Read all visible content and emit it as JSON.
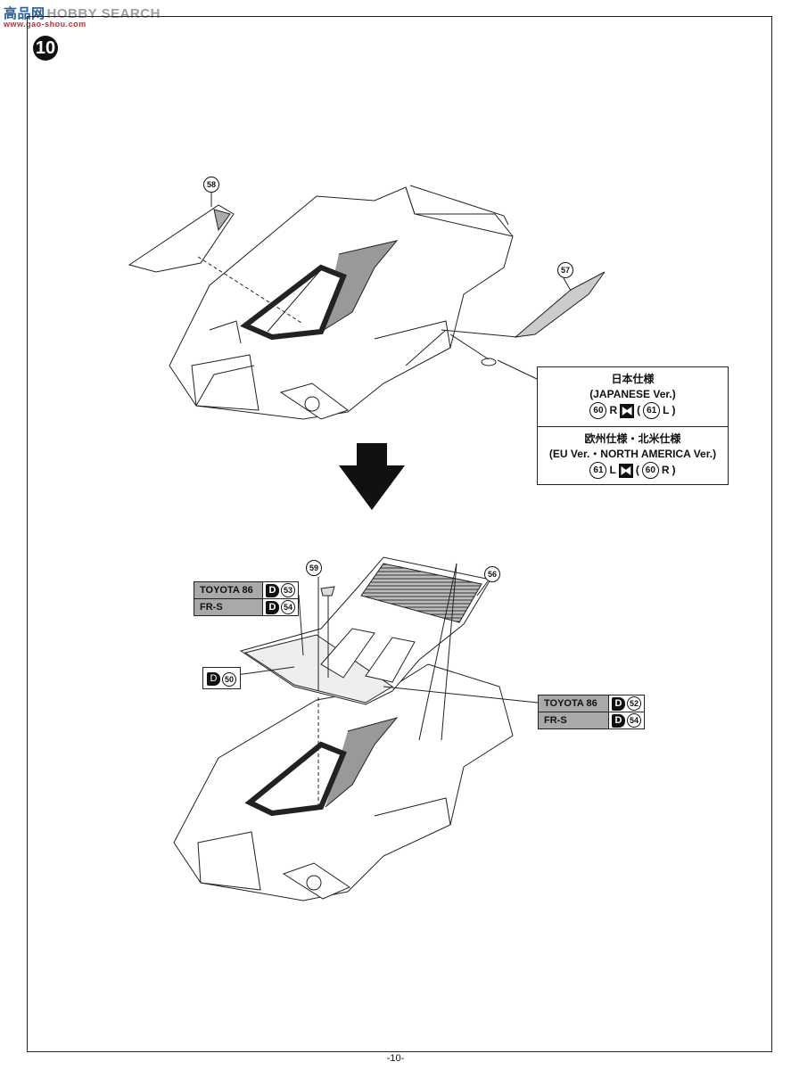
{
  "watermark": {
    "hanzi": "高品网",
    "text": "HOBBY SEARCH",
    "url": "www.gao-shou.com"
  },
  "step_number": "10",
  "callouts": {
    "part58": "58",
    "part57": "57",
    "part59": "59",
    "part56": "56"
  },
  "spec_box": {
    "japan_title": "日本仕様",
    "japan_sub": "(JAPANESE Ver.)",
    "japan_parts": {
      "a": "60",
      "a_side": "R",
      "b": "61",
      "b_side": "L"
    },
    "eu_title": "欧州仕様・北米仕様",
    "eu_sub": "(EU Ver.・NORTH AMERICA Ver.)",
    "eu_parts": {
      "a": "61",
      "a_side": "L",
      "b": "60",
      "b_side": "R"
    }
  },
  "table_upper": [
    {
      "label": "TOYOTA 86",
      "letter": "D",
      "part": "53"
    },
    {
      "label": "FR-S",
      "letter": "D",
      "part": "54"
    }
  ],
  "table_lower": [
    {
      "label": "TOYOTA 86",
      "letter": "D",
      "part": "52"
    },
    {
      "label": "FR-S",
      "letter": "D",
      "part": "54"
    }
  ],
  "d50": {
    "letter": "D",
    "part": "50"
  },
  "page_number": "-10-"
}
